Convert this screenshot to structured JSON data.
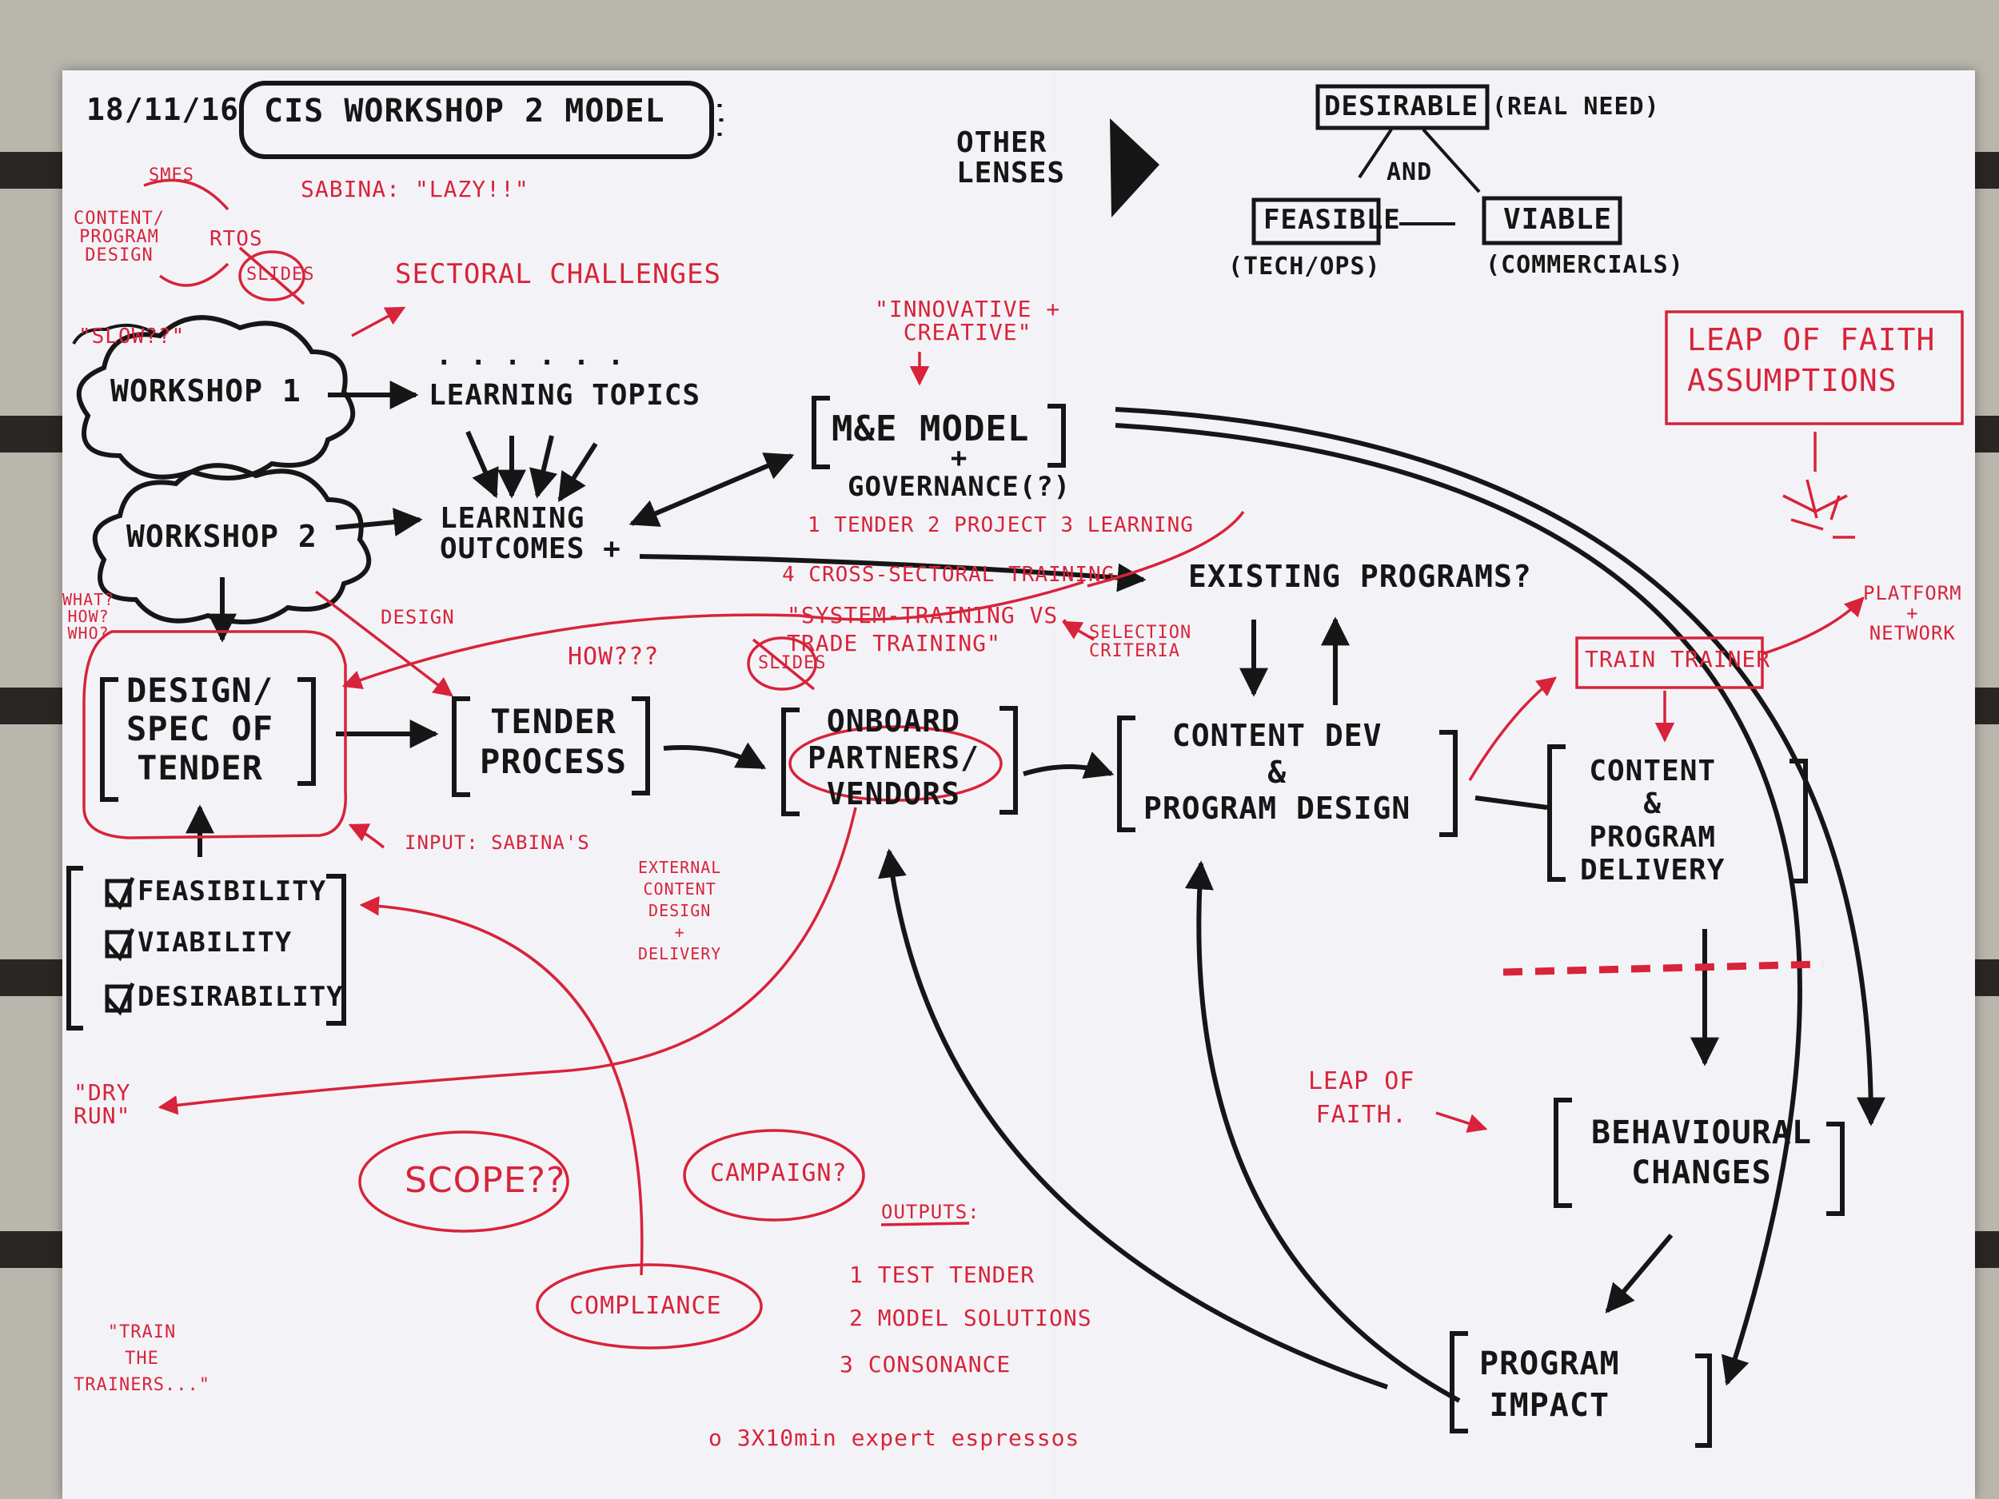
{
  "header": {
    "date": "18/11/16",
    "title": "CIS WORKSHOP 2 MODEL"
  },
  "lenses": {
    "label": "OTHER\nLENSES",
    "desirable": "DESIRABLE",
    "desirable_note": "(REAL NEED)",
    "and": "AND",
    "feasible": "FEASIBLE",
    "feasible_note": "(TECH/OPS)",
    "viable": "VIABLE",
    "viable_note": "(COMMERCIALS)"
  },
  "top_left_notes": {
    "smes": "SMES",
    "content_design": "CONTENT/\nPROGRAM\nDESIGN",
    "rtos": "RTOS",
    "sabina": "SABINA: \"LAZY!!\"",
    "sectoral": "SECTORAL CHALLENGES",
    "slow": "\"SLOW??\""
  },
  "main_flow": {
    "workshop1": "WORKSHOP 1",
    "workshop2": "WORKSHOP 2",
    "learning_topics": "LEARNING TOPICS",
    "dots": ". . . . . .",
    "learning_outcomes": "LEARNING\nOUTCOMES +",
    "me_model": "M&E MODEL",
    "governance": "+\nGOVERNANCE(?)",
    "existing_programs": "EXISTING PROGRAMS?",
    "design_spec": "DESIGN/\nSPEC OF\nTENDER",
    "tender_process": "TENDER\nPROCESS",
    "onboard": "ONBOARD\nPARTNERS/\nVENDORS",
    "content_dev": "CONTENT DEV\n&\nPROGRAM DESIGN",
    "content_delivery": "CONTENT\n&\nPROGRAM\nDELIVERY",
    "behavioural": "BEHAVIOURAL\nCHANGES",
    "impact": "PROGRAM\nIMPACT",
    "checklist": [
      "FEASIBILITY",
      "VIABILITY",
      "DESIRABILITY"
    ]
  },
  "red_notes": {
    "innovative": "\"INNOVATIVE +\nCREATIVE\"",
    "me_items": "1 TENDER  2 PROJECT  3 LEARNING",
    "cross_sectoral": "4 CROSS-SECTORAL TRAINING",
    "system_training": "\"SYSTEM-TRAINING VS.\nTRADE TRAINING\"",
    "selection": "SELECTION\nCRITERIA",
    "leap_box": "LEAP OF FAITH\nASSUMPTIONS",
    "platform": "PLATFORM\n+\nNETWORK",
    "train_trainer": "TRAIN TRAINER",
    "what_how": "WHAT?\nHOW?\nWHO?",
    "design": "DESIGN",
    "how": "HOW???",
    "slides": "SLIDES",
    "input": "INPUT: SABINA'S",
    "external": "EXTERNAL\nCONTENT\nDESIGN\n+\nDELIVERY",
    "dry_run": "\"DRY\nRUN\"",
    "scope": "SCOPE??",
    "campaign": "CAMPAIGN?",
    "compliance": "COMPLIANCE",
    "outputs_title": "OUTPUTS:",
    "outputs": [
      "1 TEST TENDER",
      "2 MODEL SOLUTIONS",
      "3 CONSONANCE"
    ],
    "expert": "o 3X10min expert espressos",
    "train_the_trainers": "\"TRAIN\nTHE\nTRAINERS...\"",
    "leap_of_faith": "LEAP OF\nFAITH."
  }
}
